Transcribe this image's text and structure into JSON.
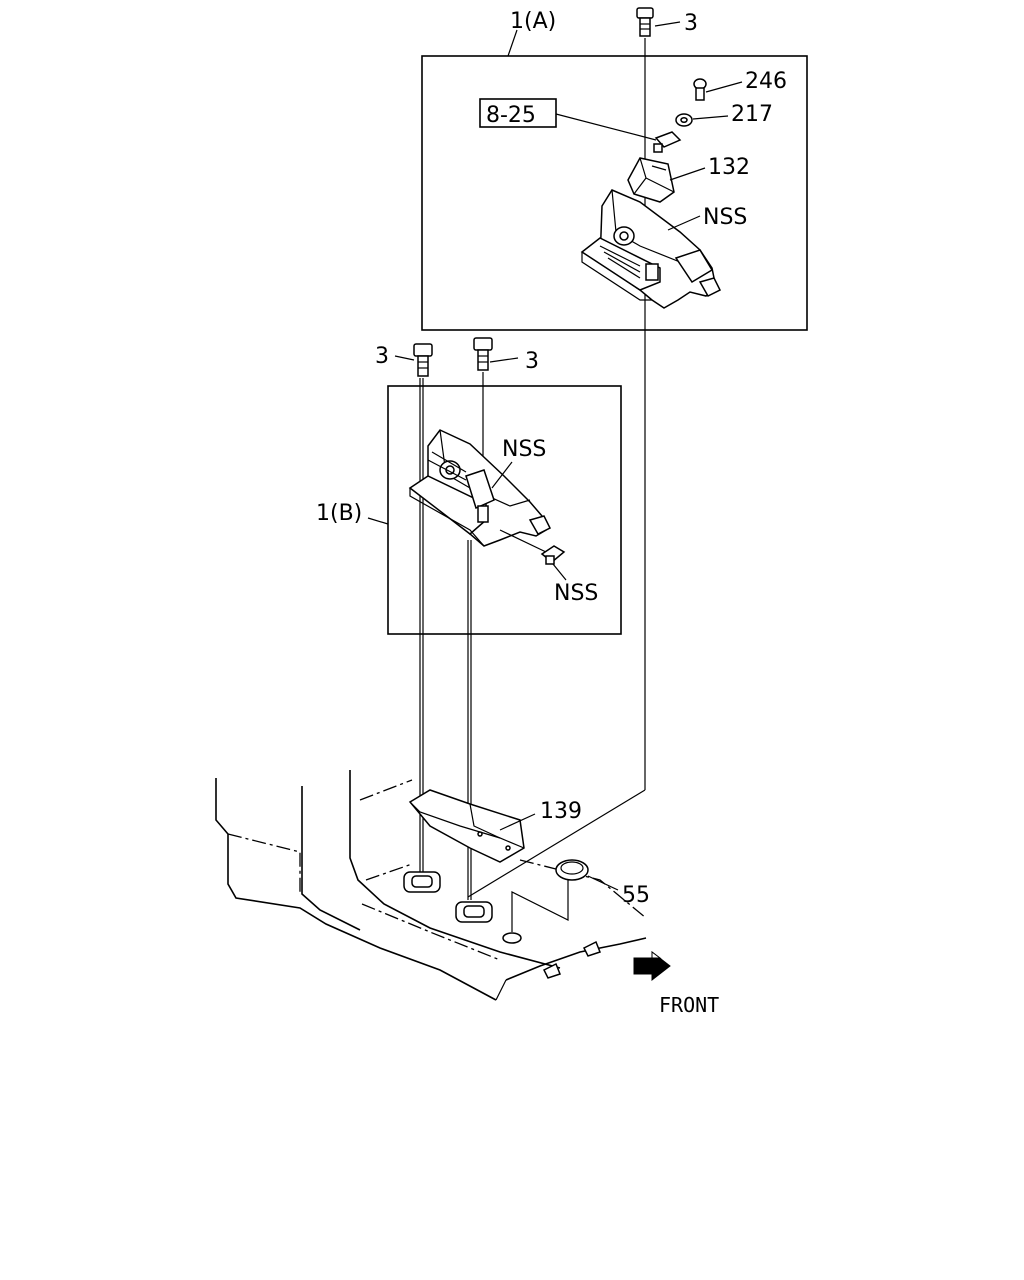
{
  "diagram": {
    "labels": {
      "assembly_a": "1(A)",
      "assembly_b": "1(B)",
      "bolt_top": "3",
      "bolt_left": "3",
      "bolt_right": "3",
      "screw": "246",
      "washer": "217",
      "ref_box": "8-25",
      "cover": "132",
      "nss_a": "NSS",
      "nss_b1": "NSS",
      "nss_b2": "NSS",
      "bracket": "139",
      "plug": "55",
      "front": "FRONT"
    }
  }
}
